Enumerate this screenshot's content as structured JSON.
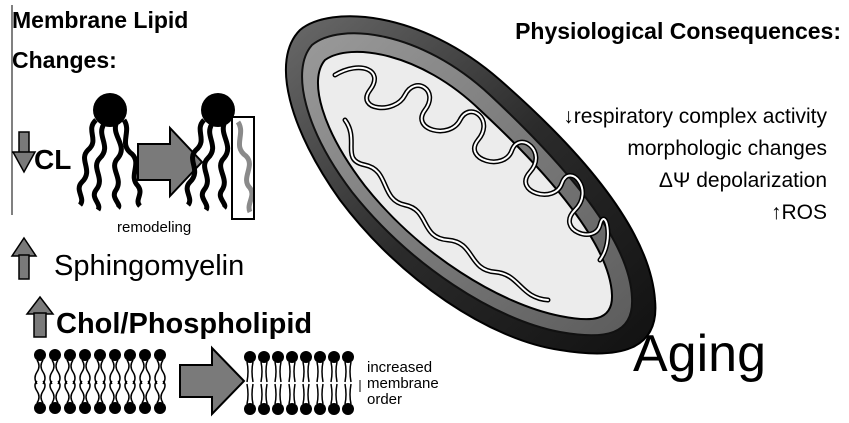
{
  "left_panel": {
    "title_line1": "Membrane Lipid",
    "title_line2": "Changes:",
    "cl_label": "CL",
    "remodeling_label": "remodeling",
    "sphingomyelin_label": "Sphingomyelin",
    "chol_label": "Chol/Phospholipid",
    "membrane_order_line1": "increased",
    "membrane_order_line2": "membrane",
    "membrane_order_line3": "order"
  },
  "right_panel": {
    "title": "Physiological Consequences:",
    "consequences": [
      "↓respiratory complex activity",
      "morphologic changes",
      "ΔΨ depolarization",
      "↑ROS"
    ],
    "aging_label": "Aging"
  },
  "colors": {
    "arrow_gray": "#7a7a7a",
    "mito_dark": "#2b2b2b",
    "mito_matrix": "#eaeaea"
  }
}
